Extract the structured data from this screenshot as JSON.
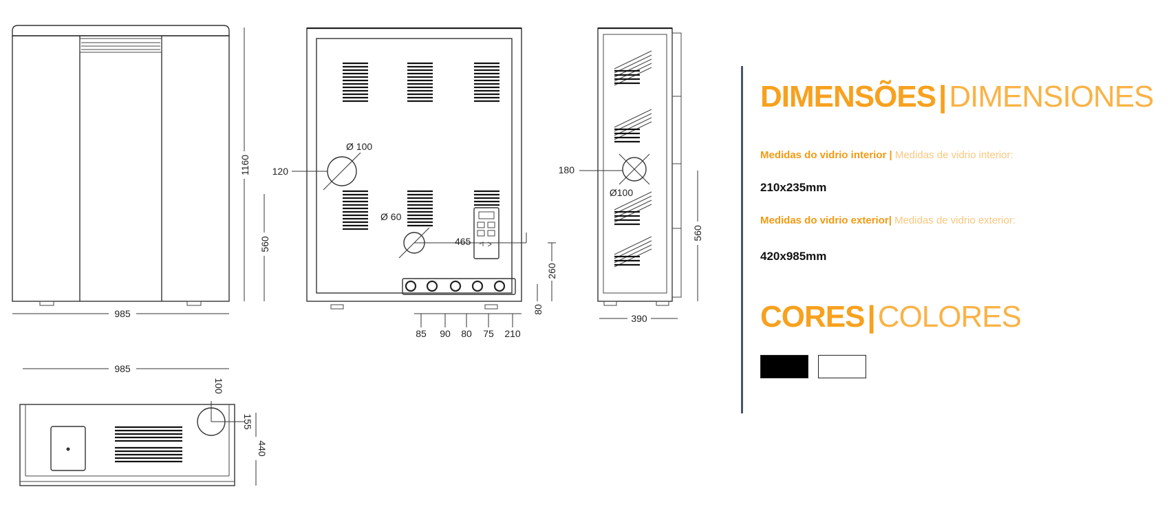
{
  "dimension_labels": {
    "front_width": "985",
    "front_height": "1160",
    "front_outlet_height": "560",
    "back_dia_large": "Ø 100",
    "back_offset_left": "120",
    "back_dia_small": "Ø 60",
    "back_offset_465": "465",
    "back_height_260": "260",
    "back_height_80": "80",
    "back_spacing": [
      "85",
      "90",
      "80",
      "75",
      "210"
    ],
    "side_offset": "180",
    "side_dia": "Ø100",
    "side_height": "560",
    "side_depth": "390",
    "top_width": "985",
    "top_dia": "100",
    "top_offset": "155",
    "top_depth": "440"
  },
  "info": {
    "dimensions_heading_pt": "DIMENSÕES",
    "dimensions_heading_es": "DIMENSIONES",
    "inner_glass_label_pt": "Medidas do vidrio interior",
    "inner_glass_label_es": "Medidas de vidrio interior:",
    "inner_glass_value": "210x235mm",
    "outer_glass_label_pt": "Medidas do vidrio exterior",
    "outer_glass_label_es": "Medidas de vidrio exterior:",
    "outer_glass_value": "420x985mm",
    "colors_heading_pt": "CORES",
    "colors_heading_es": "COLORES",
    "separator": "|",
    "color_swatches": [
      "#000000",
      "#ffffff"
    ]
  },
  "colors": {
    "accent": "#f7a11f",
    "accent_light": "#f9b347",
    "rule": "#4a5266"
  }
}
